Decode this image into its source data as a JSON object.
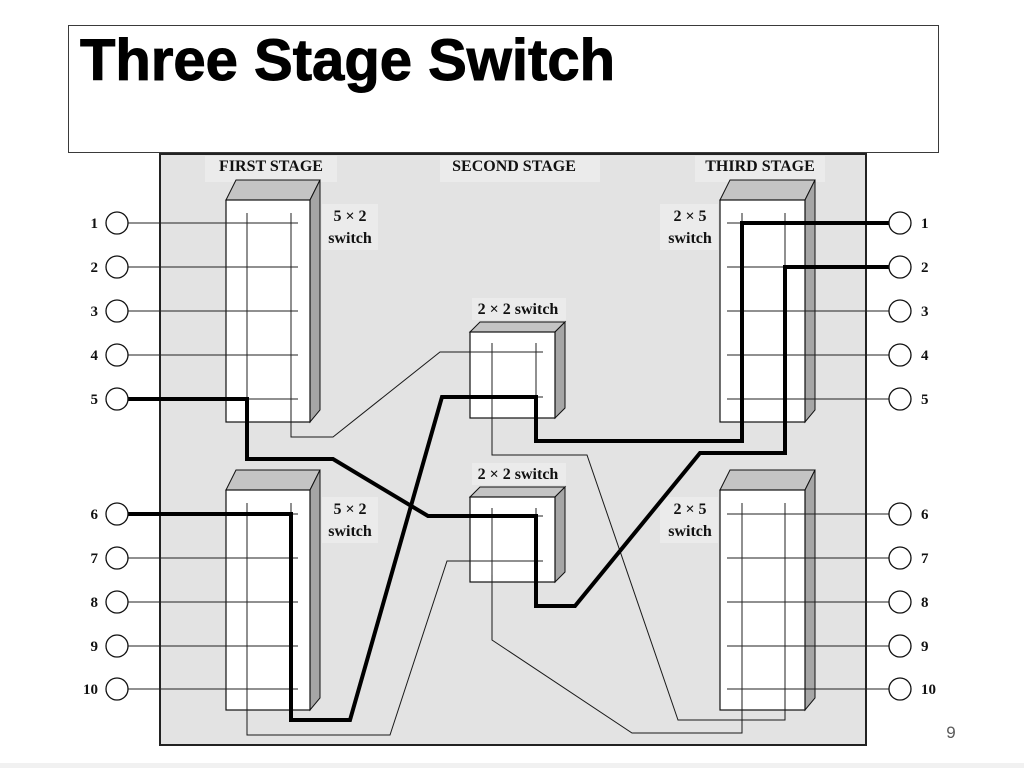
{
  "slide": {
    "title": "Three Stage Switch",
    "page_number": "9"
  },
  "diagram": {
    "stages": {
      "first": {
        "label": "FIRST STAGE",
        "switches": [
          {
            "size": "5 × 2",
            "type": "switch"
          },
          {
            "size": "5 × 2",
            "type": "switch"
          }
        ]
      },
      "second": {
        "label": "SECOND STAGE",
        "switches": [
          {
            "label": "2 × 2 switch"
          },
          {
            "label": "2 × 2 switch"
          }
        ]
      },
      "third": {
        "label": "THIRD STAGE",
        "switches": [
          {
            "size": "2 × 5",
            "type": "switch"
          },
          {
            "size": "2 × 5",
            "type": "switch"
          }
        ]
      }
    },
    "input_labels": [
      "1",
      "2",
      "3",
      "4",
      "5",
      "6",
      "7",
      "8",
      "9",
      "10"
    ],
    "output_labels": [
      "1",
      "2",
      "3",
      "4",
      "5",
      "6",
      "7",
      "8",
      "9",
      "10"
    ]
  },
  "colors": {
    "diagram_background": "#e3e3e3",
    "block_top_face": "#c4c4c4",
    "block_side_face": "#a6a6a6"
  }
}
